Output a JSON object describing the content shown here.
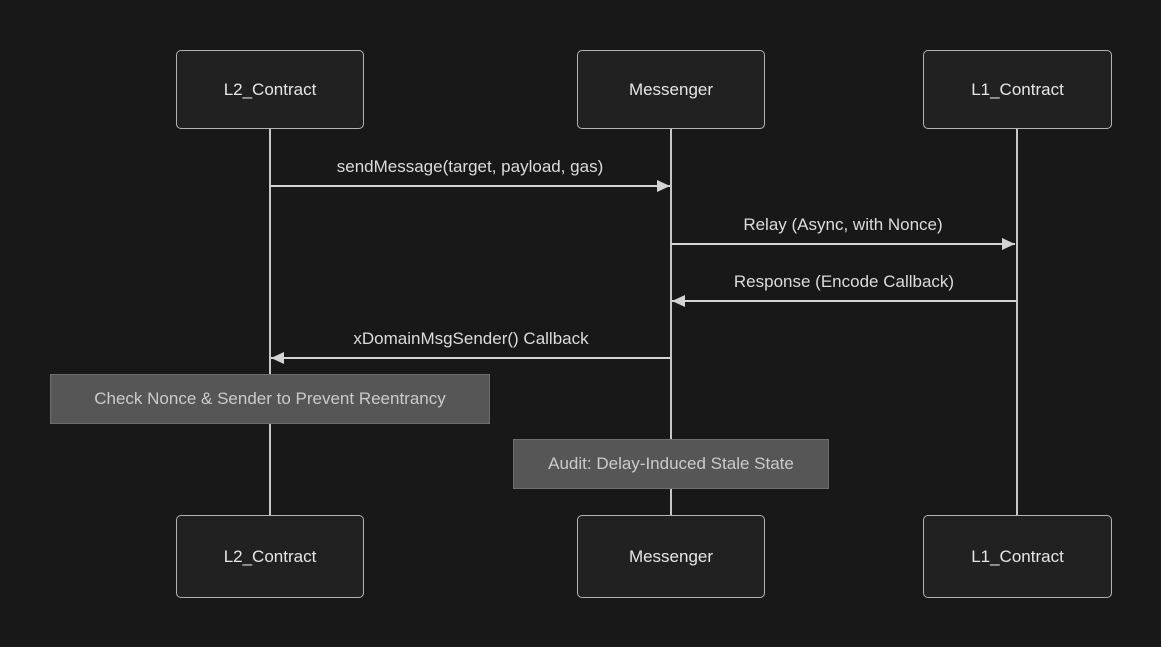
{
  "diagram": {
    "type": "sequence-diagram",
    "background_color": "#181818",
    "colors": {
      "actor_fill": "#212121",
      "actor_border": "#b3b3b3",
      "actor_text": "#e6e6e6",
      "lifeline": "#c6c6c6",
      "arrow": "#d4d4d4",
      "message_text": "#dcdcdc",
      "note_fill": "#565656",
      "note_text": "#cbcbcb"
    },
    "actors": [
      {
        "id": "l2_contract",
        "label": "L2_Contract"
      },
      {
        "id": "messenger",
        "label": "Messenger"
      },
      {
        "id": "l1_contract",
        "label": "L1_Contract"
      }
    ],
    "messages": [
      {
        "from": "L2_Contract",
        "to": "Messenger",
        "direction": "right",
        "label": "sendMessage(target, payload, gas)"
      },
      {
        "from": "Messenger",
        "to": "L1_Contract",
        "direction": "right",
        "label": "Relay (Async, with Nonce)"
      },
      {
        "from": "L1_Contract",
        "to": "Messenger",
        "direction": "left",
        "label": "Response (Encode Callback)"
      },
      {
        "from": "Messenger",
        "to": "L2_Contract",
        "direction": "left",
        "label": "xDomainMsgSender() Callback"
      }
    ],
    "notes": [
      {
        "over": "L2_Contract",
        "label": "Check Nonce & Sender to Prevent Reentrancy"
      },
      {
        "over": "Messenger",
        "label": "Audit: Delay-Induced Stale State"
      }
    ]
  }
}
